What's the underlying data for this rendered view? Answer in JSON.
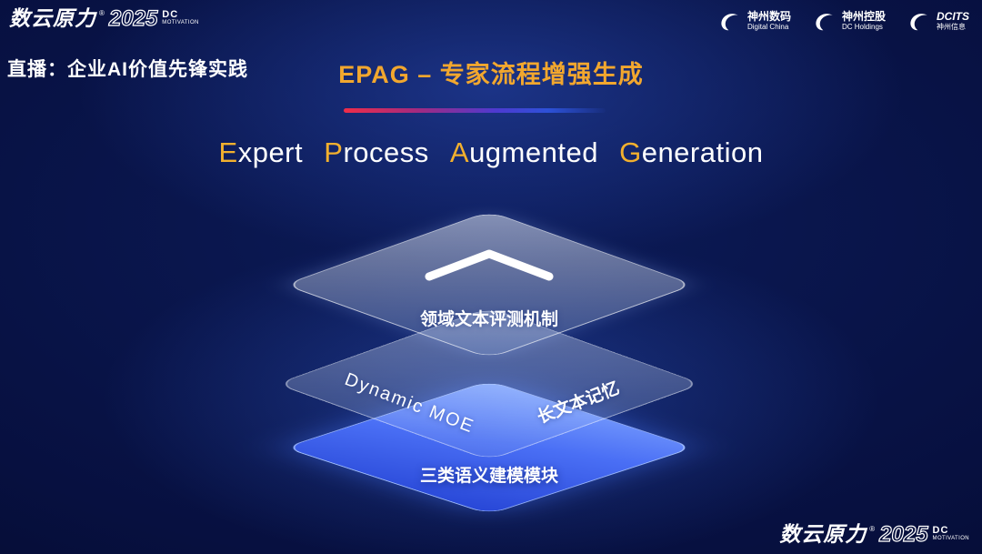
{
  "brand": {
    "name": "数云原力",
    "reg": "®",
    "year": "2025",
    "tag_top": "DC",
    "tag_bottom": "MOTIVATION"
  },
  "header": {
    "live_label": "直播：企业AI价值先锋实践",
    "slide_title": "EPAG – 专家流程增强生成",
    "partners": [
      {
        "icon": "digital-china-swoosh-icon",
        "line1": "神州数码",
        "line2": "Digital China"
      },
      {
        "icon": "dc-holdings-swoosh-icon",
        "line1": "神州控股",
        "line2": "DC Holdings"
      },
      {
        "icon": "dcits-swoosh-icon",
        "line1": "DCITS",
        "line2": "神州信息"
      }
    ]
  },
  "main": {
    "title_words": [
      {
        "initial": "E",
        "rest": "xpert"
      },
      {
        "initial": "P",
        "rest": "rocess"
      },
      {
        "initial": "A",
        "rest": "ugmented"
      },
      {
        "initial": "G",
        "rest": "eneration"
      }
    ]
  },
  "diagram": {
    "top_icon": "chevron-up-icon",
    "top_label": "领域文本评测机制",
    "middle_left_label": "Dynamic MOE",
    "middle_right_label": "长文本记忆",
    "bottom_label": "三类语义建模模块"
  },
  "colors": {
    "accent_gold": "#F2A72E",
    "title_initial_gold": "#F2B02E",
    "divider_red": "#EF2D49",
    "divider_blue": "#2D51D8",
    "layer_blue": "#4A6FF5",
    "background_deep_blue": "#071040",
    "text_white": "#FFFFFF"
  }
}
